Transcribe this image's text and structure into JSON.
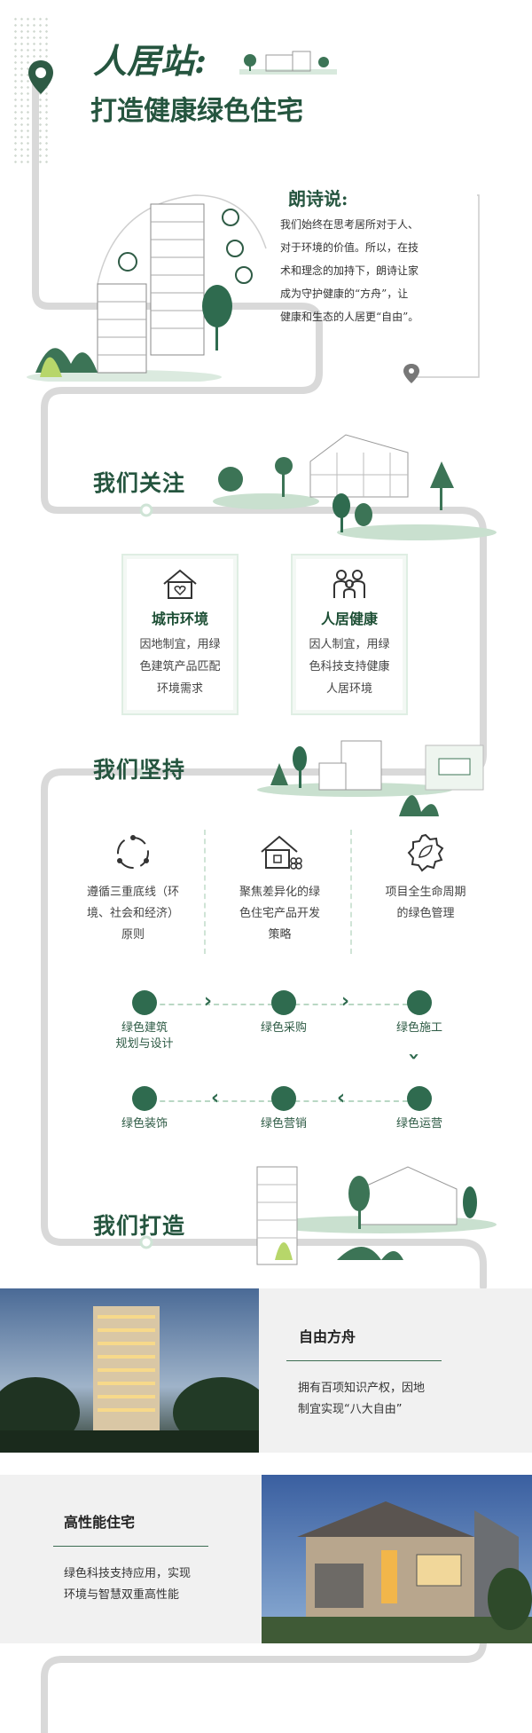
{
  "header": {
    "title_part1": "人居站:",
    "title_part2": "打造健康绿色住宅"
  },
  "intro": {
    "heading": "朗诗说:",
    "lines": [
      "我们始终在思考居所对于人、",
      "对于环境的价值。所以，在技",
      "术和理念的加持下，朗诗让家",
      "成为守护健康的“方舟”，让",
      "健康和生态的人居更“自由”。"
    ]
  },
  "sections": {
    "focus_title": "我们关注",
    "insist_title": "我们坚持",
    "build_title": "我们打造"
  },
  "focus_cards": [
    {
      "title": "城市环境",
      "lines": [
        "因地制宜，用绿",
        "色建筑产品匹配",
        "环境需求"
      ]
    },
    {
      "title": "人居健康",
      "lines": [
        "因人制宜，用绿",
        "色科技支持健康",
        "人居环境"
      ]
    }
  ],
  "insist_items": [
    {
      "lines": [
        "遵循三重底线（环",
        "境、社会和经济）",
        "原则"
      ]
    },
    {
      "lines": [
        "聚焦差异化的绿",
        "色住宅产品开发",
        "策略"
      ]
    },
    {
      "lines": [
        "项目全生命周期",
        "的绿色管理"
      ]
    }
  ],
  "process_steps": [
    {
      "label_line1": "绿色建筑",
      "label_line2": "规划与设计"
    },
    {
      "label_line1": "绿色采购",
      "label_line2": ""
    },
    {
      "label_line1": "绿色施工",
      "label_line2": ""
    },
    {
      "label_line1": "绿色运营",
      "label_line2": ""
    },
    {
      "label_line1": "绿色营销",
      "label_line2": ""
    },
    {
      "label_line1": "绿色装饰",
      "label_line2": ""
    }
  ],
  "products": [
    {
      "title": "自由方舟",
      "lines": [
        "拥有百项知识产权，因地",
        "制宜实现“八大自由”"
      ]
    },
    {
      "title": "高性能住宅",
      "lines": [
        "绿色科技支持应用，实现",
        "环境与智慧双重高性能"
      ]
    }
  ],
  "colors": {
    "primary_green": "#25553f",
    "light_green": "#cfe4d6",
    "path_gray": "#d6d6d6"
  }
}
